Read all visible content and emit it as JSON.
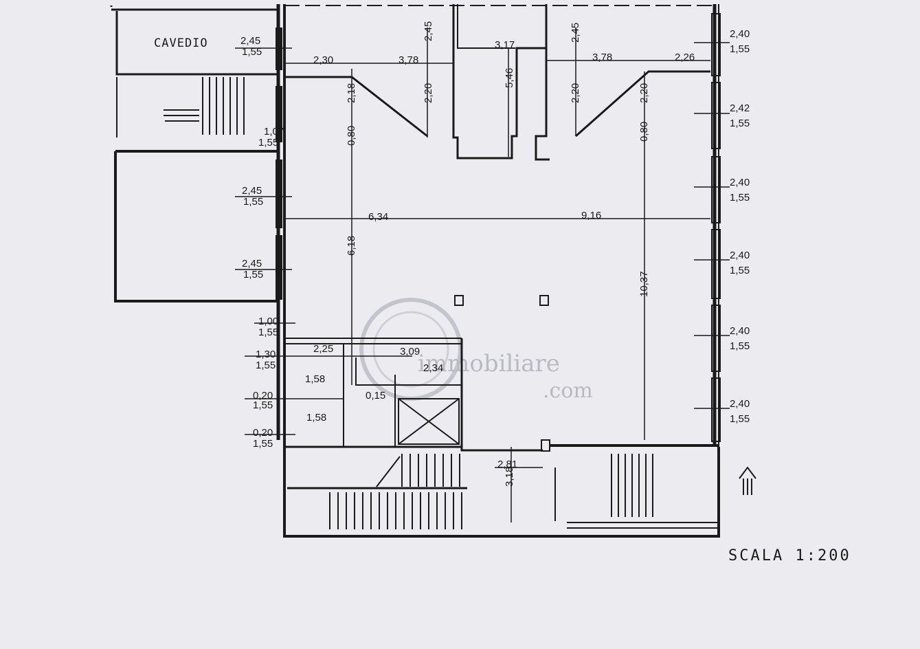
{
  "labels": {
    "room": "CAVEDIO",
    "scale": "SCALA 1:200",
    "watermark_line1": "immobiliare",
    "watermark_line2": ".com"
  },
  "dimensions": {
    "cavedio_window": [
      "2,45",
      "1,55"
    ],
    "stair_window": [
      "1,07",
      "1,55"
    ],
    "left_window_1": [
      "2,45",
      "1,55"
    ],
    "left_window_2": [
      "2,45",
      "1,55"
    ],
    "left_window_3": [
      "1,00",
      "1,55"
    ],
    "left_window_4": [
      "1,30",
      "1,55"
    ],
    "left_window_5": [
      "0,20",
      "1,55"
    ],
    "left_window_6": [
      "0,20",
      "1,55"
    ],
    "right_windows": [
      [
        "2,40",
        "1,55"
      ],
      [
        "2,42",
        "1,55"
      ],
      [
        "2,40",
        "1,55"
      ],
      [
        "2,40",
        "1,55"
      ],
      [
        "2,40",
        "1,55"
      ],
      [
        "2,40",
        "1,55"
      ]
    ],
    "top_row": [
      "2,30",
      "3,78",
      "3,17",
      "3,78",
      "2,26"
    ],
    "vertical_top": [
      "2,45",
      "2,45",
      "5,46",
      "2,18",
      "2,20",
      "2,20",
      "2,20"
    ],
    "vertical_mid": [
      "0,80",
      "0,80",
      "6,18",
      "10,37"
    ],
    "mid_row": [
      "6,34",
      "9,16"
    ],
    "service": [
      "2,25",
      "3,09",
      "2,34",
      "1,58",
      "0,15",
      "1,58"
    ],
    "bottom": [
      "2,81",
      "3,18"
    ]
  }
}
